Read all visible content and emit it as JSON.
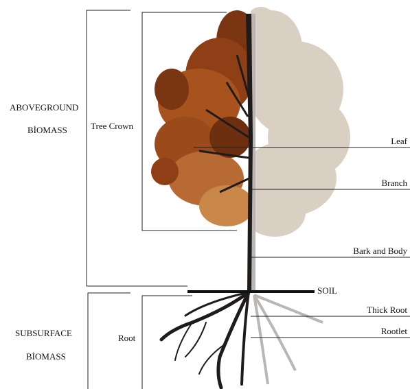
{
  "diagram": {
    "aboveground_title_line1": "ABOVEGROUND",
    "aboveground_title_line2": "BİOMASS",
    "subsurface_title_line1": "SUBSURFACE",
    "subsurface_title_line2": "BİOMASS",
    "tree_crown_label": "Tree Crown",
    "root_label": "Root",
    "soil_label": "SOIL",
    "parts": {
      "leaf": "Leaf",
      "branch": "Branch",
      "bark_and_body": "Bark and Body",
      "thick_root": "Thick Root",
      "rootlet": "Rootlet"
    },
    "colors": {
      "autumn_dark": "#7a3512",
      "autumn_mid": "#a8521e",
      "autumn_light": "#c9874a",
      "faded_foliage": "#d7cabd",
      "trunk": "#1e1b1a",
      "faded_trunk": "#b9b6b3",
      "line": "#222222"
    }
  }
}
